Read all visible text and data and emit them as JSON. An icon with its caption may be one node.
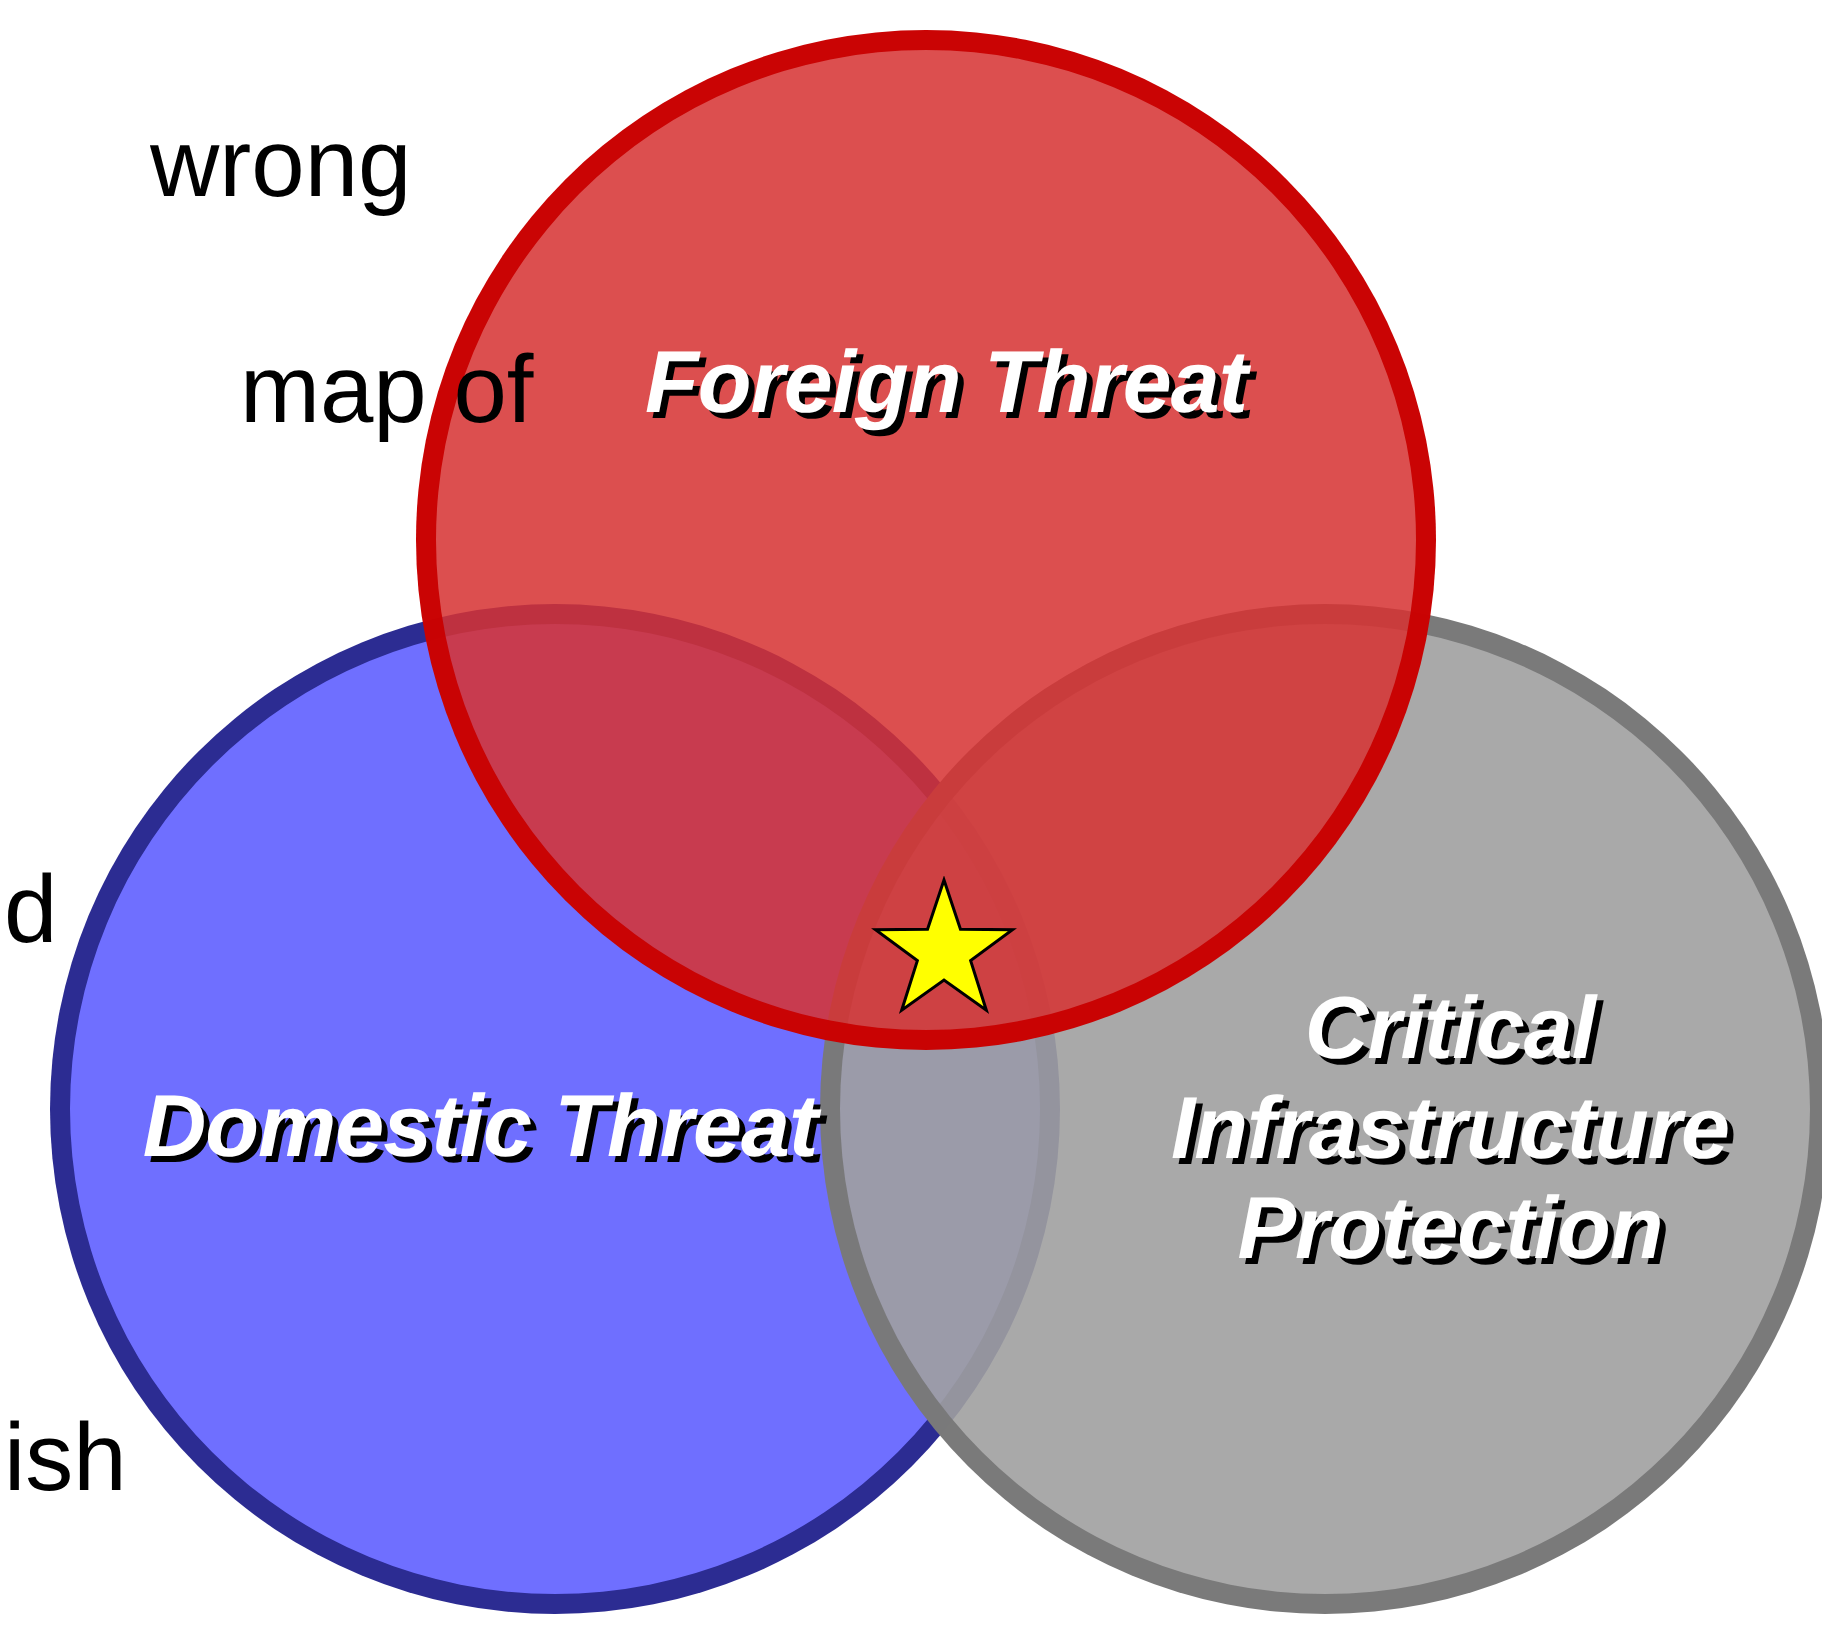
{
  "diagram": {
    "nodes": [
      {
        "text": [
          "Domestic Threat"
        ]
      },
      {
        "text": [
          "Critical Infrastructure Protection"
        ]
      },
      {
        "text": [
          "Foreign Threat"
        ]
      }
    ],
    "labels": [
      "wrong",
      "map of",
      "d",
      "ish"
    ]
  }
}
